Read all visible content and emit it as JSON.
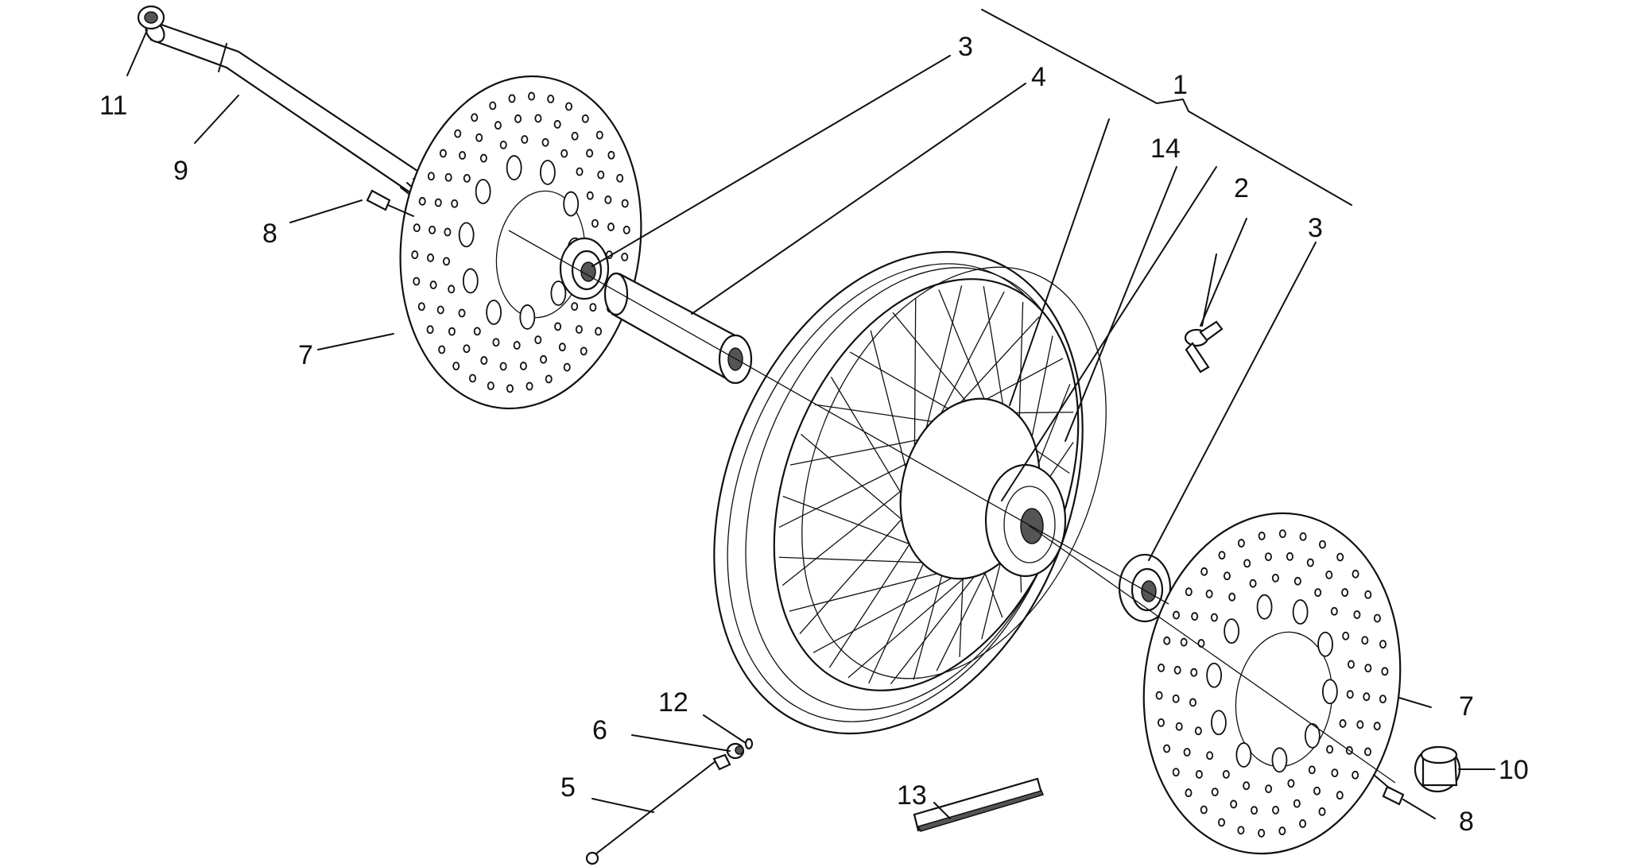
{
  "callouts": [
    {
      "id": "11",
      "text": "11"
    },
    {
      "id": "9",
      "text": "9"
    },
    {
      "id": "8a",
      "text": "8"
    },
    {
      "id": "7a",
      "text": "7"
    },
    {
      "id": "3a",
      "text": "3"
    },
    {
      "id": "4",
      "text": "4"
    },
    {
      "id": "1",
      "text": "1"
    },
    {
      "id": "14",
      "text": "14"
    },
    {
      "id": "2",
      "text": "2"
    },
    {
      "id": "3b",
      "text": "3"
    },
    {
      "id": "7b",
      "text": "7"
    },
    {
      "id": "10",
      "text": "10"
    },
    {
      "id": "8b",
      "text": "8"
    },
    {
      "id": "12",
      "text": "12"
    },
    {
      "id": "6",
      "text": "6"
    },
    {
      "id": "5",
      "text": "5"
    },
    {
      "id": "13",
      "text": "13"
    }
  ]
}
